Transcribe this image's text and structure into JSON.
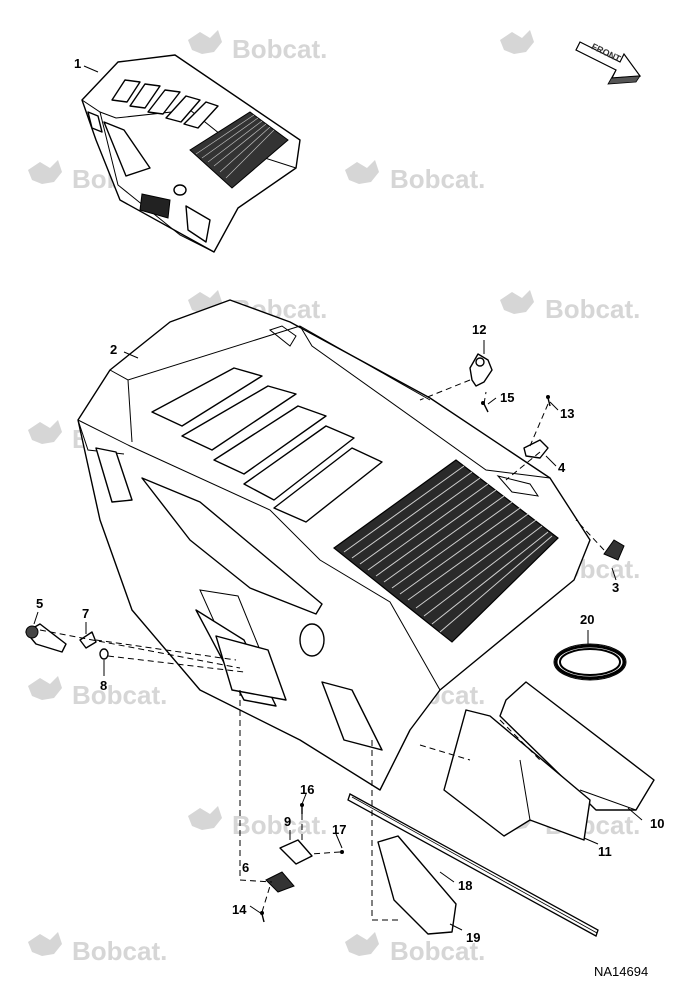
{
  "watermark": {
    "text": "Bobcat."
  },
  "front_arrow": {
    "label": "FRONT"
  },
  "reference": {
    "code": "NA14694"
  },
  "callouts": [
    "1",
    "2",
    "3",
    "4",
    "5",
    "6",
    "7",
    "8",
    "9",
    "10",
    "11",
    "12",
    "13",
    "14",
    "15",
    "16",
    "17",
    "18",
    "19",
    "20"
  ],
  "colors": {
    "line": "#000000",
    "watermark": "#d6d6d6",
    "background": "#ffffff"
  }
}
